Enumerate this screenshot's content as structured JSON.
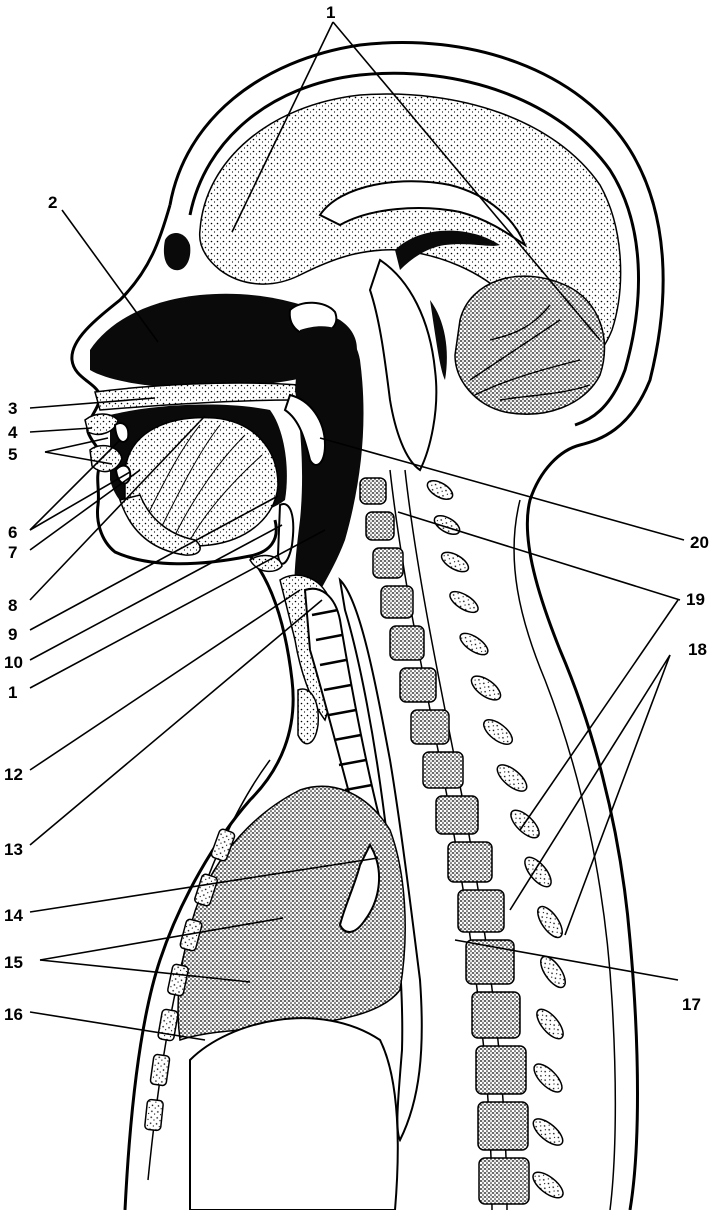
{
  "labels": [
    {
      "id": "l1",
      "text": "1"
    },
    {
      "id": "l2",
      "text": "2"
    },
    {
      "id": "l3",
      "text": "3"
    },
    {
      "id": "l4",
      "text": "4"
    },
    {
      "id": "l5",
      "text": "5"
    },
    {
      "id": "l6",
      "text": "6"
    },
    {
      "id": "l7",
      "text": "7"
    },
    {
      "id": "l8",
      "text": "8"
    },
    {
      "id": "l9",
      "text": "9"
    },
    {
      "id": "l10",
      "text": "10"
    },
    {
      "id": "l11",
      "text": "1"
    },
    {
      "id": "l12",
      "text": "12"
    },
    {
      "id": "l13",
      "text": "13"
    },
    {
      "id": "l14",
      "text": "14"
    },
    {
      "id": "l15",
      "text": "15"
    },
    {
      "id": "l16",
      "text": "16"
    },
    {
      "id": "l17",
      "text": "17"
    },
    {
      "id": "l18",
      "text": "18"
    },
    {
      "id": "l19",
      "text": "19"
    },
    {
      "id": "l20",
      "text": "20"
    }
  ]
}
